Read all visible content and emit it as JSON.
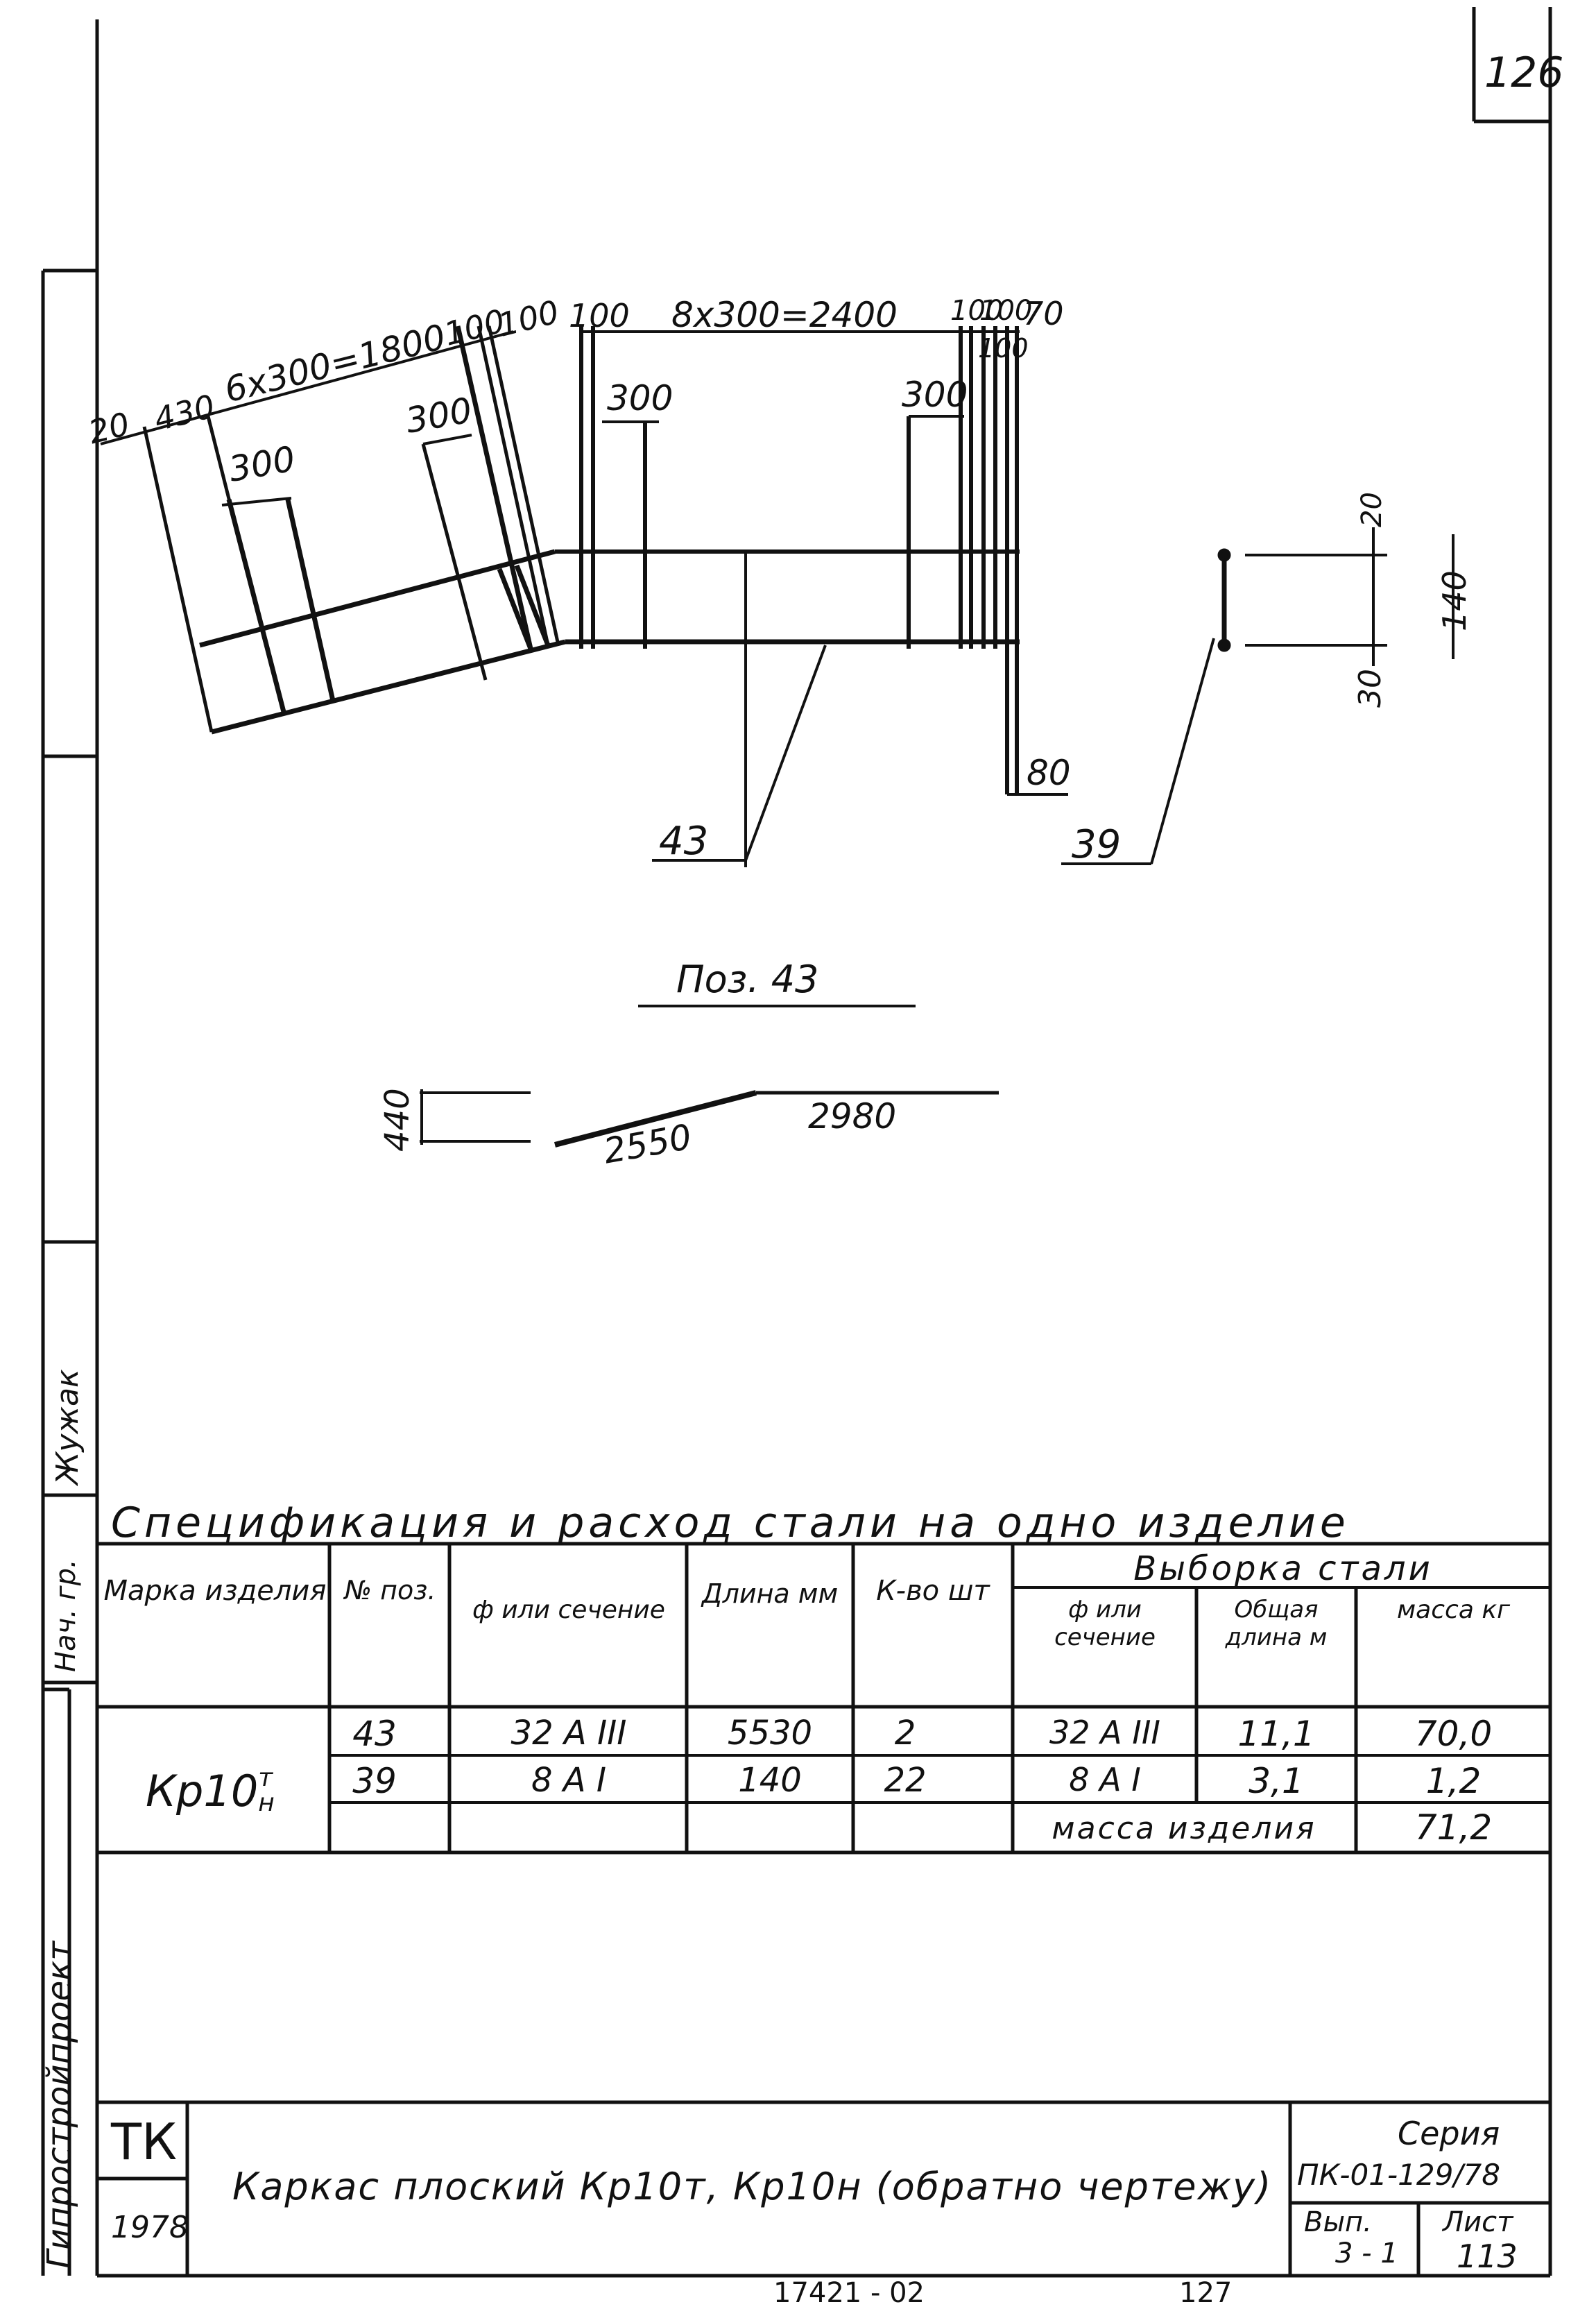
{
  "sheet_number": "126",
  "drawing": {
    "dims_left": {
      "d20": "20",
      "d430": "430",
      "chain": "6x300=1800",
      "d100a": "100",
      "d100b": "100",
      "pitch1": "300",
      "pitch2": "300"
    },
    "dims_right": {
      "d100": "100",
      "chain": "8x300=2400",
      "d100a": "100",
      "d100b": "100",
      "d100c": "100",
      "d70": "70",
      "pitch1": "300",
      "pitch2": "300"
    },
    "leg": "80",
    "leader_43": "43",
    "leader_39": "39",
    "section": {
      "d20": "20",
      "d140": "140",
      "d30": "30"
    },
    "pos_title": "Поз. 43",
    "pos_dims": {
      "height": "440",
      "slope": "2550",
      "straight": "2980"
    }
  },
  "spec": {
    "title": "Спецификация и расход стали на одно изделие",
    "headers": {
      "mark": "Марка изделия",
      "pos": "№ поз.",
      "diam": "ф или сечение",
      "length": "Длина мм",
      "count": "К-во шт",
      "sample_group": "Выборка стали",
      "s_diam": "ф или сечение",
      "s_length": "Общая длина м",
      "s_mass": "масса кг"
    },
    "mark": "Кр10",
    "mark_sup": "т",
    "mark_sub": "н",
    "rows": [
      {
        "pos": "43",
        "diam": "32 А III",
        "length": "5530",
        "count": "2",
        "s_diam": "32 А III",
        "s_length": "11,1",
        "s_mass": "70,0"
      },
      {
        "pos": "39",
        "diam": "8 А I",
        "length": "140",
        "count": "22",
        "s_diam": "8 А I",
        "s_length": "3,1",
        "s_mass": "1,2"
      }
    ],
    "total_label": "масса изделия",
    "total_value": "71,2"
  },
  "title_block": {
    "code": "ТК",
    "year": "1978",
    "title": "Каркас плоский Кр10т, Кр10н (обратно чертежу)",
    "series_label": "Серия",
    "series": "ПК-01-129/78",
    "issue_label": "Вып.",
    "issue": "3 - 1",
    "sheet_label": "Лист",
    "sheet": "113"
  },
  "side_stamps": {
    "org": "Гипростройпроект",
    "nk": "Нач. гр.",
    "author": "Жужак"
  },
  "footer": {
    "code": "17421 - 02",
    "page": "127"
  }
}
